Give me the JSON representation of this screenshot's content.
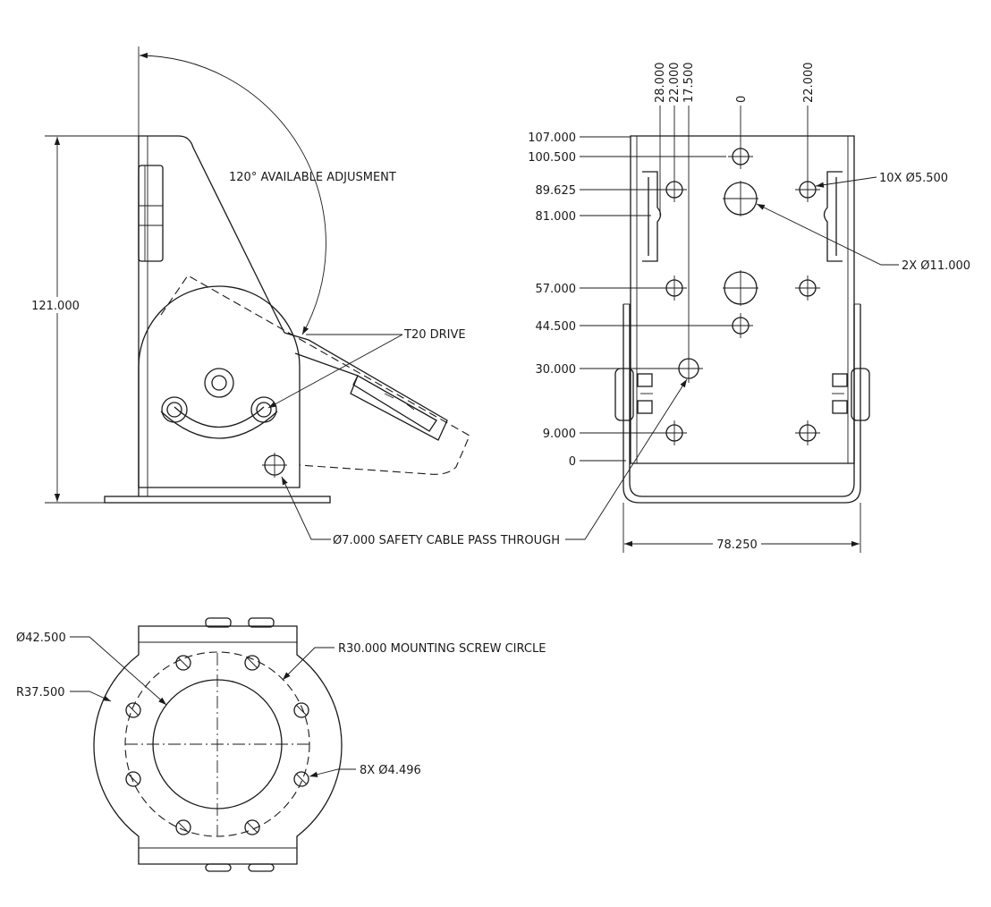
{
  "side_view": {
    "height_dim": "121.000",
    "angle_note": "120° AVAILABLE ADJUSMENT",
    "drive_note": "T20 DRIVE",
    "cable_note": "Ø7.000 SAFETY CABLE PASS THROUGH"
  },
  "front_view": {
    "vertical_dims": [
      "107.000",
      "100.500",
      "89.625",
      "81.000",
      "57.000",
      "44.500",
      "30.000",
      "9.000",
      "0"
    ],
    "horizontal_dims": [
      "28.000",
      "22.000",
      "17.500",
      "0",
      "22.000"
    ],
    "small_holes_note": "10X Ø5.500",
    "large_holes_note": "2X Ø11.000",
    "width_dim": "78.250"
  },
  "top_view": {
    "bore_note": "Ø42.500",
    "outer_radius_note": "R37.500",
    "screw_circle_note": "R30.000 MOUNTING SCREW CIRCLE",
    "screw_holes_note": "8X Ø4.496"
  }
}
